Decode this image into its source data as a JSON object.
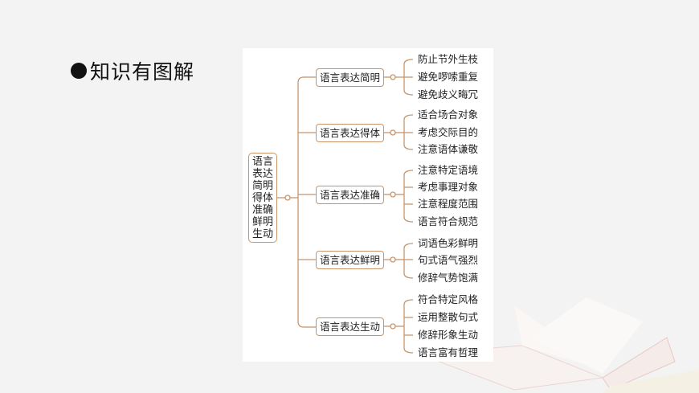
{
  "heading": {
    "bullet": "●",
    "text": "知识有图解"
  },
  "colors": {
    "line": "#c8956a",
    "background": "#f3f3f3",
    "panel": "#ffffff",
    "text": "#222222"
  },
  "mindmap": {
    "root": "语言表达简明得体准确鲜明生动",
    "branches": [
      {
        "label": "语言表达简明",
        "leaves": [
          "防止节外生枝",
          "避免啰嗦重复",
          "避免歧义晦冗"
        ]
      },
      {
        "label": "语言表达得体",
        "leaves": [
          "适合场合对象",
          "考虑交际目的",
          "注意语体谦敬"
        ]
      },
      {
        "label": "语言表达准确",
        "leaves": [
          "注意特定语境",
          "考虑事理对象",
          "注意程度范围",
          "语言符合规范"
        ]
      },
      {
        "label": "语言表达鲜明",
        "leaves": [
          "词语色彩鲜明",
          "句式语气强烈",
          "修辞气势饱满"
        ]
      },
      {
        "label": "语言表达生动",
        "leaves": [
          "符合特定风格",
          "运用整散句式",
          "修辞形象生动",
          "语言富有哲理"
        ]
      }
    ]
  }
}
